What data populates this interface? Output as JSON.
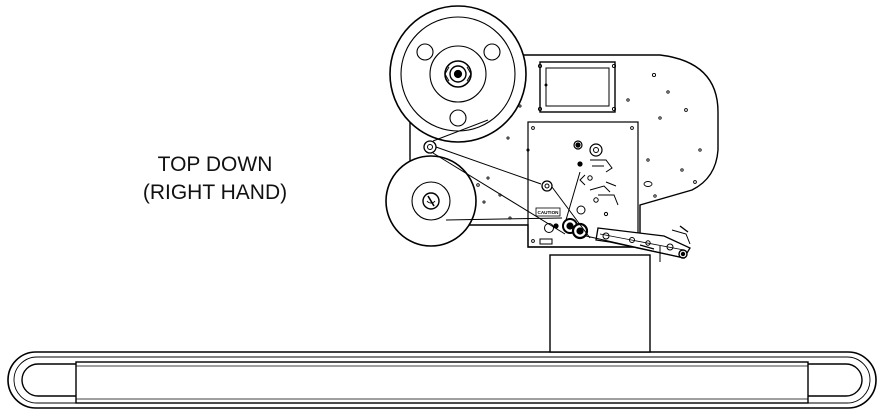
{
  "diagram": {
    "orientation_line1": "TOP DOWN",
    "orientation_line2": "(RIGHT HAND)",
    "caution_label": "CAUTION"
  },
  "colors": {
    "line": "#000000",
    "background": "#ffffff"
  }
}
